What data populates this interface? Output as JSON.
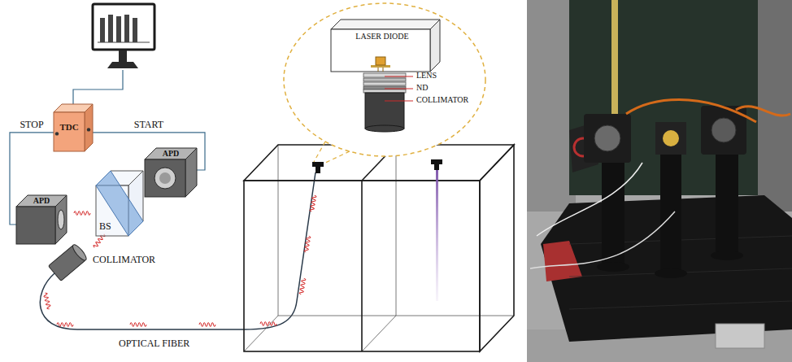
{
  "diagram": {
    "nodes": [
      {
        "text": [
          "TDC"
        ]
      },
      {
        "text": [
          "APD"
        ]
      },
      {
        "text": [
          "APD"
        ]
      },
      {
        "text": [
          "BS"
        ]
      },
      {
        "text": [
          "LASER DIODE"
        ]
      }
    ],
    "edges": [
      {
        "from": 0,
        "to": 1,
        "arrow": "none",
        "label": "STOP"
      },
      {
        "from": 0,
        "to": 2,
        "arrow": "none",
        "label": "START"
      }
    ],
    "labels": [
      "COLLIMATOR",
      "OPTICAL FIBER",
      "LENS",
      "ND",
      "COLLIMATOR"
    ]
  }
}
